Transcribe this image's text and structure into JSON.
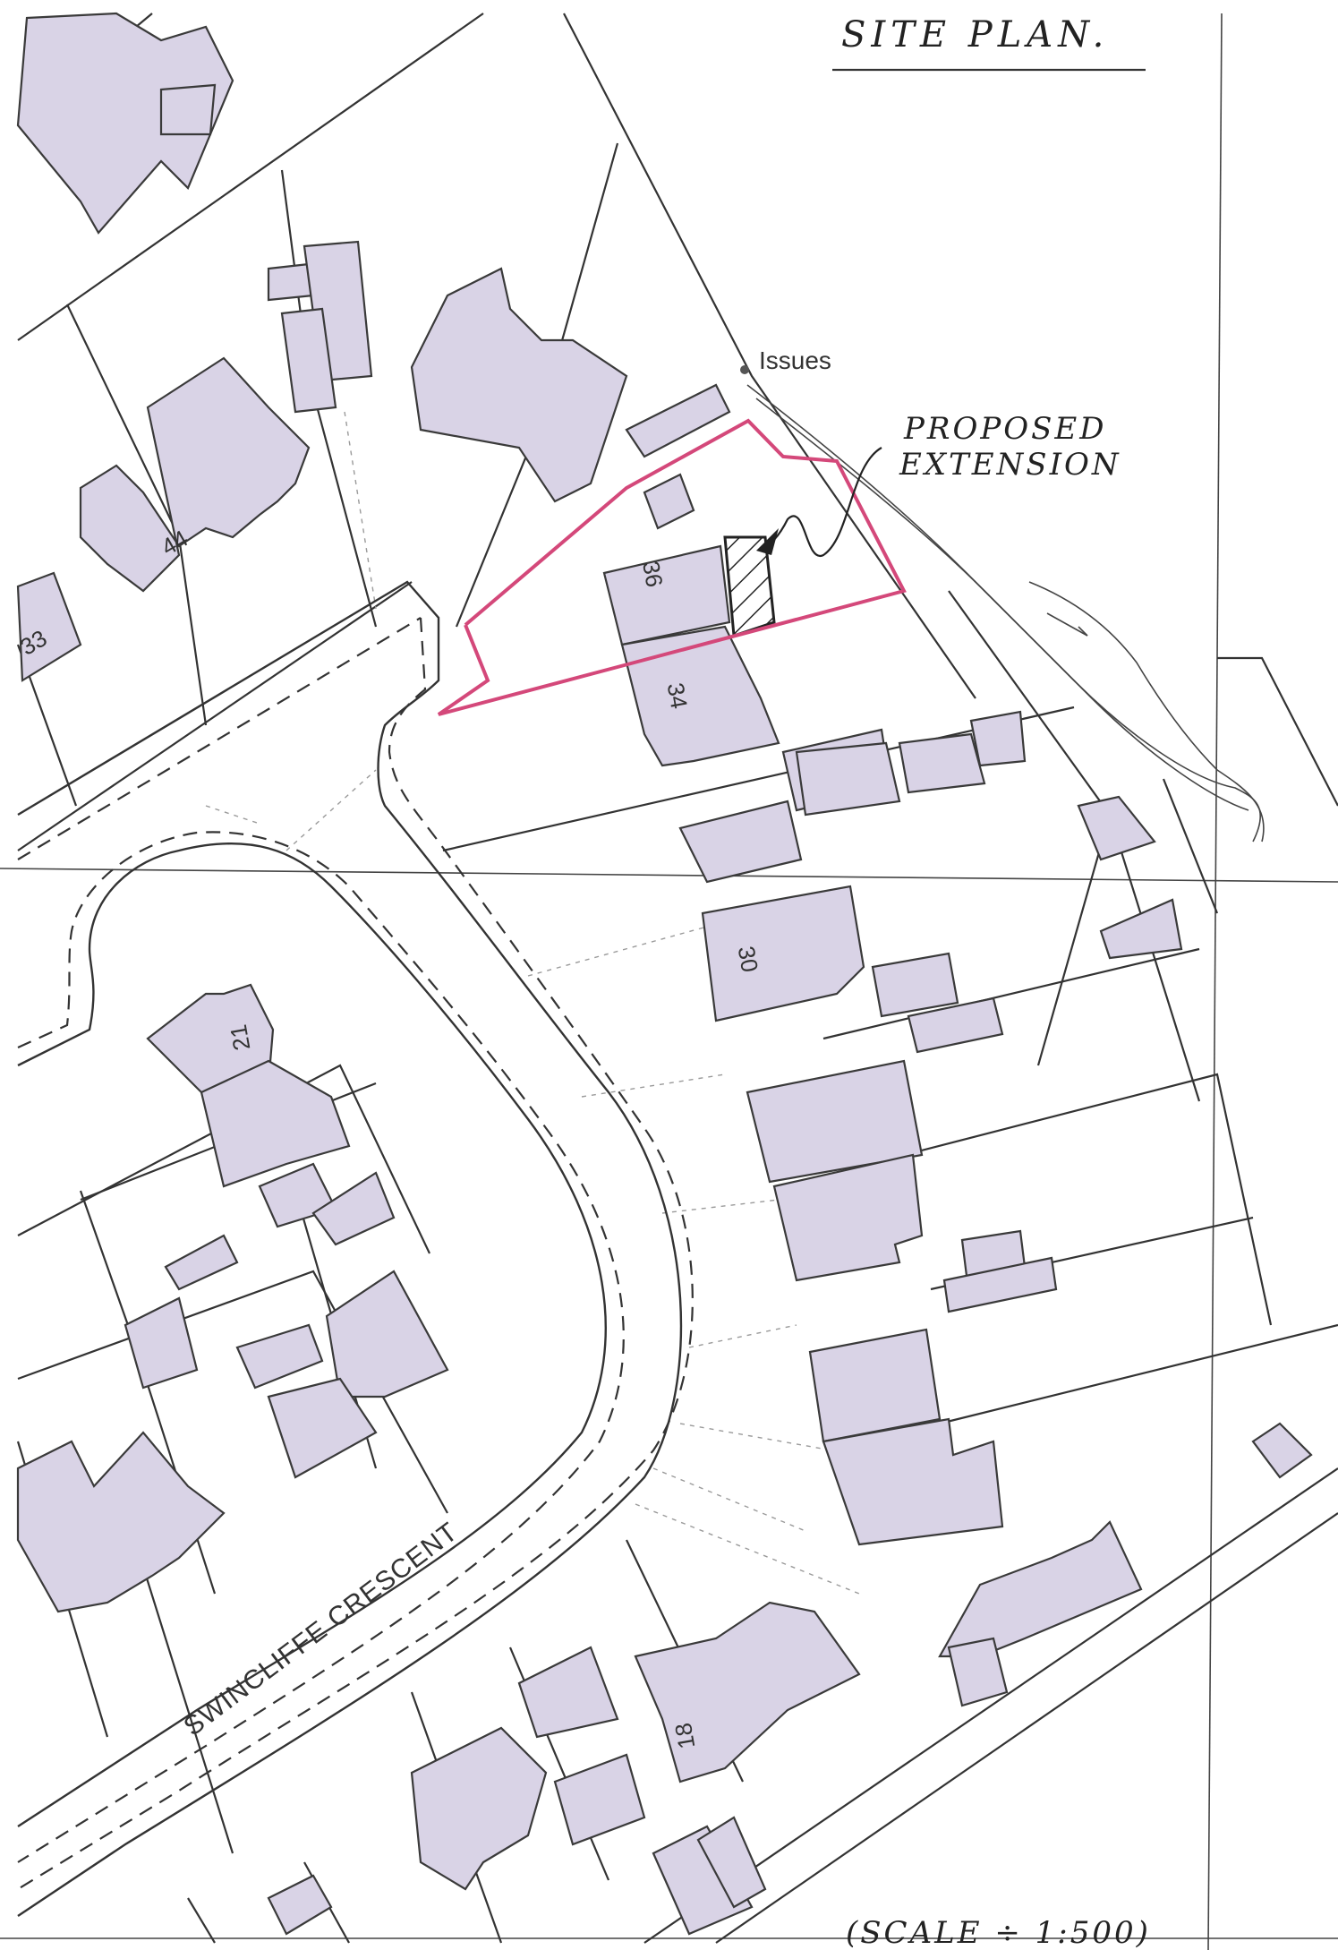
{
  "title": "SITE PLAN.",
  "annotation": {
    "line1": "PROPOSED",
    "line2": "EXTENSION"
  },
  "issues_label": "Issues",
  "street_name": "SWINCLIFFE CRESCENT",
  "house_numbers": {
    "n44": "44",
    "n33": "33",
    "n36": "36",
    "n34": "34",
    "n30": "30",
    "n21": "21",
    "n18": "18"
  },
  "scale": "(SCALE ÷ 1:500)",
  "colors": {
    "building_fill": "#d9d3e6",
    "site_boundary": "#d4487a",
    "linework": "#333333"
  }
}
